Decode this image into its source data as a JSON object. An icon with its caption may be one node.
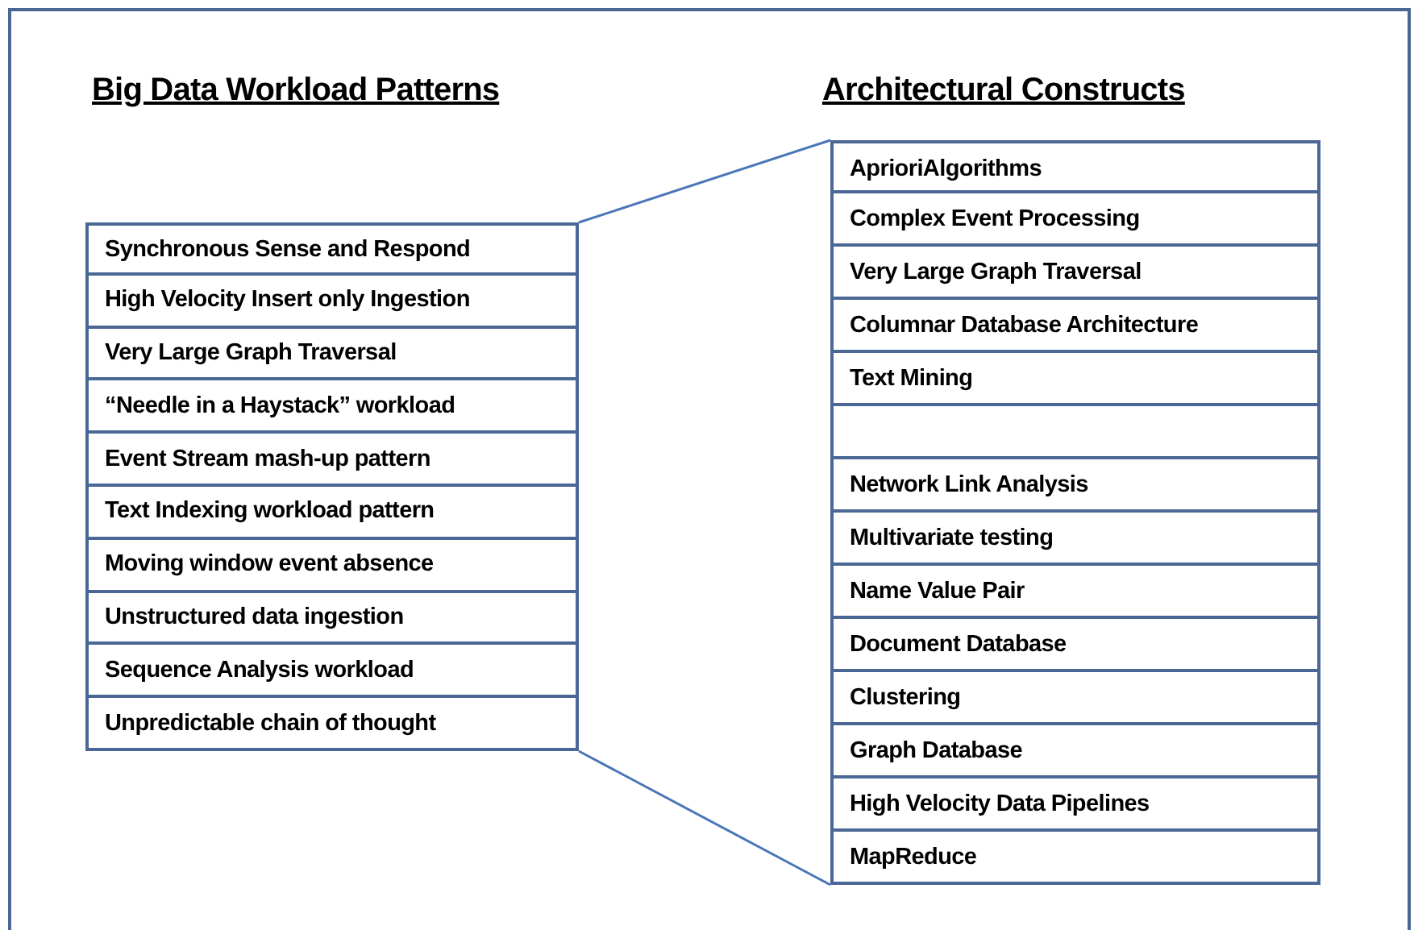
{
  "diagram": {
    "nodes": [
      {
        "text": [
          "Big Data Workload Patterns"
        ]
      },
      {
        "text": [
          "Synchronous Sense and Respond"
        ],
        "in": 0
      },
      {
        "text": [
          "High Velocity Insert only Ingestion"
        ],
        "in": 0
      },
      {
        "text": [
          "Very Large Graph Traversal"
        ],
        "in": 0
      },
      {
        "text": [
          "“Needle in a Haystack” workload"
        ],
        "in": 0
      },
      {
        "text": [
          "Event Stream mash-up pattern"
        ],
        "in": 0
      },
      {
        "text": [
          "Text Indexing workload pattern"
        ],
        "in": 0
      },
      {
        "text": [
          "Moving window event absence"
        ],
        "in": 0
      },
      {
        "text": [
          "Unstructured data ingestion"
        ],
        "in": 0
      },
      {
        "text": [
          "Sequence Analysis workload"
        ],
        "in": 0
      },
      {
        "text": [
          "Unpredictable chain of thought"
        ],
        "in": 0
      },
      {
        "text": [
          "Architectural Constructs"
        ]
      },
      {
        "text": [
          "AprioriAlgorithms"
        ],
        "in": 11
      },
      {
        "text": [
          "Complex Event Processing"
        ],
        "in": 11
      },
      {
        "text": [
          "Very Large Graph Traversal"
        ],
        "in": 11
      },
      {
        "text": [
          "Columnar Database Architecture"
        ],
        "in": 11
      },
      {
        "text": [
          "Text Mining"
        ],
        "in": 11
      },
      {
        "text": [],
        "shape": "box",
        "in": 11
      },
      {
        "text": [
          "Network Link Analysis"
        ],
        "in": 11
      },
      {
        "text": [
          "Multivariate testing"
        ],
        "in": 11
      },
      {
        "text": [
          "Name Value Pair"
        ],
        "in": 11
      },
      {
        "text": [
          "Document Database"
        ],
        "in": 11
      },
      {
        "text": [
          "Clustering"
        ],
        "in": 11
      },
      {
        "text": [
          "Graph Database"
        ],
        "in": 11
      },
      {
        "text": [
          "High Velocity Data Pipelines"
        ],
        "in": 11
      },
      {
        "text": [
          "MapReduce"
        ],
        "in": 11
      }
    ],
    "edges": [
      {
        "from": 0,
        "to": 11,
        "arrow": "none"
      },
      {
        "from": 0,
        "to": 11,
        "arrow": "none"
      }
    ]
  }
}
